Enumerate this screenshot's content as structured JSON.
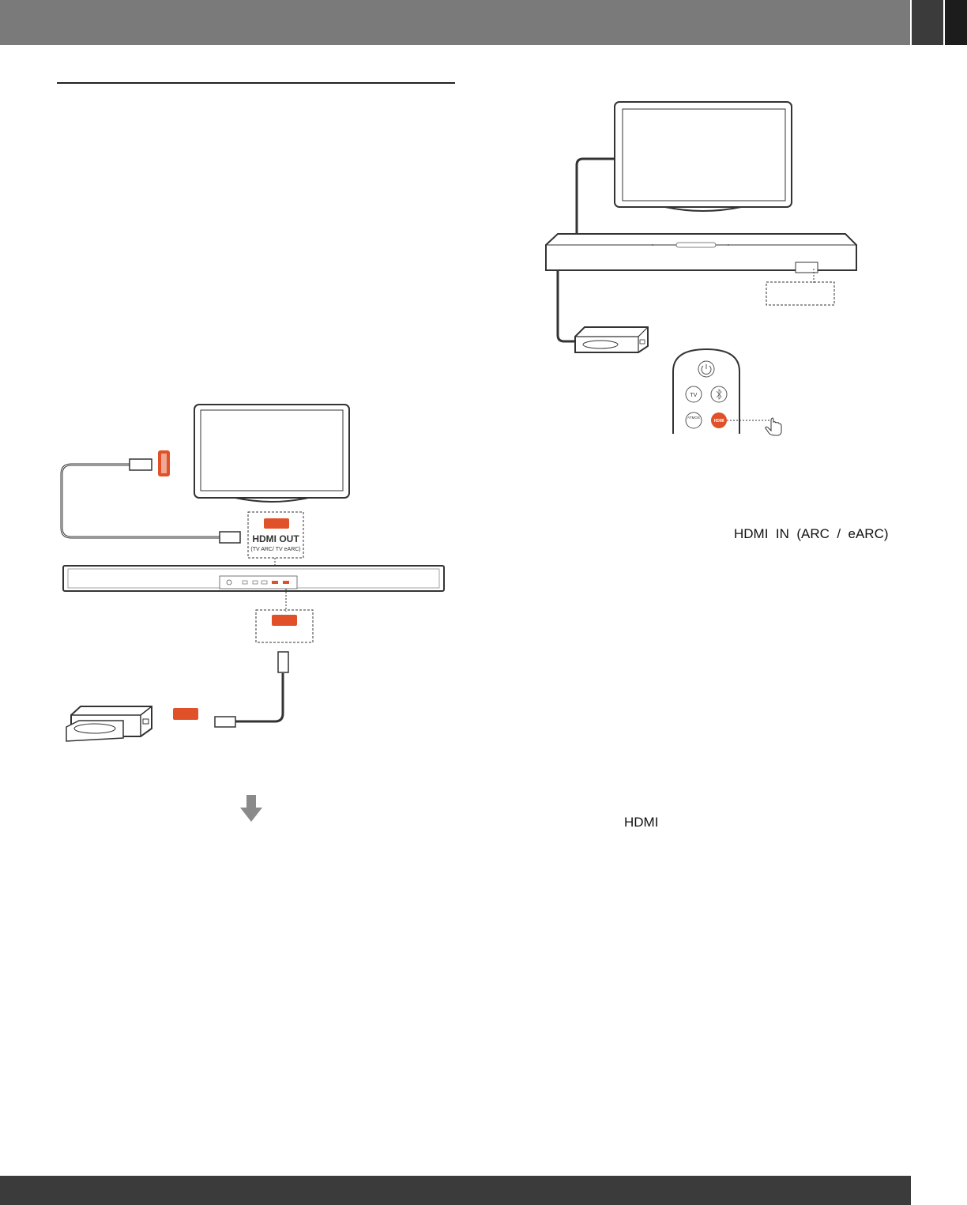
{
  "diagram_left": {
    "hdmi_out_label": "HDMI OUT",
    "hdmi_out_sublabel": "(TV ARC/ TV eARC)"
  },
  "diagram_right": {
    "remote": {
      "tv_label": "TV",
      "atmos_label": "ATMOS",
      "hdmi_label": "HDMI"
    }
  },
  "text": {
    "hdmi_in_label": "HDMI  IN  (ARC  /  eARC)",
    "hdmi_button_label": "HDMI"
  },
  "colors": {
    "accent": "#e0512a",
    "header": "#7b7a7a",
    "footer": "#3b3b3b"
  }
}
